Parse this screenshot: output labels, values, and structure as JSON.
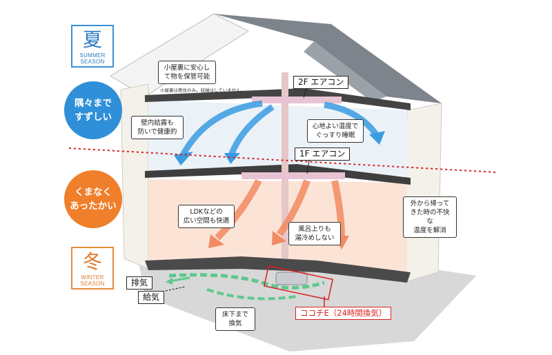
{
  "summer": {
    "kanji": "夏",
    "season_en_line1": "SUMMER",
    "season_en_line2": "SEASON",
    "slogan": "隅々まで\nすずしい",
    "color": "#2f8fd8"
  },
  "winter": {
    "kanji": "冬",
    "season_en_line1": "WINTER",
    "season_en_line2": "SEASON",
    "slogan": "くまなく\nあったかい",
    "color": "#ef7f2a"
  },
  "callouts": {
    "attic": "小屋裏に安心し\nて物を保管可能",
    "attic_note": "小屋裏は居住のみ。収納はしていません。",
    "wall": "壁内結露も\n防いで健康的",
    "bedroom": "心地よい温度で\nぐっすり睡眠",
    "ldk": "LDKなどの\n広い空間も快適",
    "bath": "風呂上りも\n湯冷めしない",
    "return_home": "外から帰って\nきた時の不快な\n温度を解消",
    "underfloor": "床下まで\n換気"
  },
  "labels": {
    "ac_2f": "2F エアコン",
    "ac_1f": "1F エアコン",
    "exhaust": "排気",
    "supply": "給気",
    "cocochi": "ココチE（24時間換気）"
  },
  "colors": {
    "roof": "#8a9097",
    "wall": "#f2efe8",
    "cool_air": "#3a9be0",
    "warm_air": "#f28a62",
    "dotted_divider": "#d81e1e",
    "highlight": "#d81e1e",
    "vent_green": "#5ec88c"
  }
}
